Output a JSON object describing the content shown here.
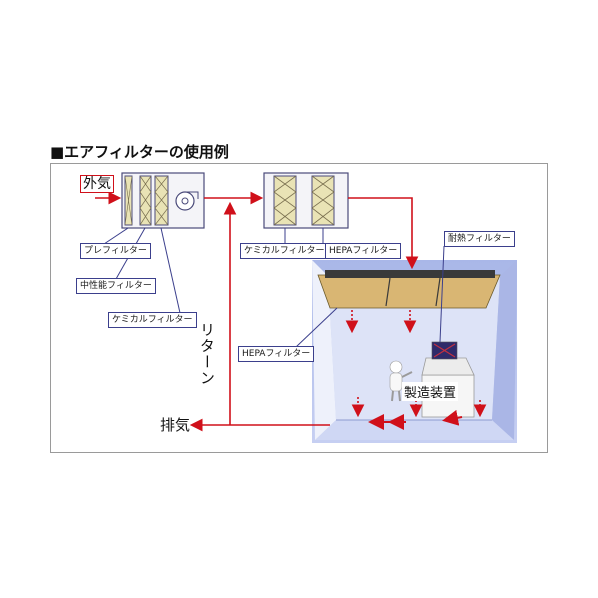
{
  "title": "■エアフィルターの使用例",
  "labels": {
    "outdoor_air": "外気",
    "pre_filter": "プレフィルター",
    "medium_filter": "中性能フィルター",
    "chemical_filter_1": "ケミカルフィルター",
    "chemical_filter_2": "ケミカルフィルター",
    "hepa_filter_1": "HEPAフィルター",
    "hepa_filter_2": "HEPAフィルター",
    "heat_resistant_filter": "耐熱フィルター",
    "return_air": "リターン",
    "exhaust": "排気",
    "manufacturing_equipment": "製造装置"
  },
  "colors": {
    "airflow_arrow": "#d0101a",
    "leader_line": "#3b3f8c",
    "room_blue": "#b7c3ec",
    "room_floor": "#d9dff6",
    "filter_fill": "#e9e3b5",
    "filter_frame": "#4a4a7a",
    "ceiling_filter": "#d9b673"
  }
}
